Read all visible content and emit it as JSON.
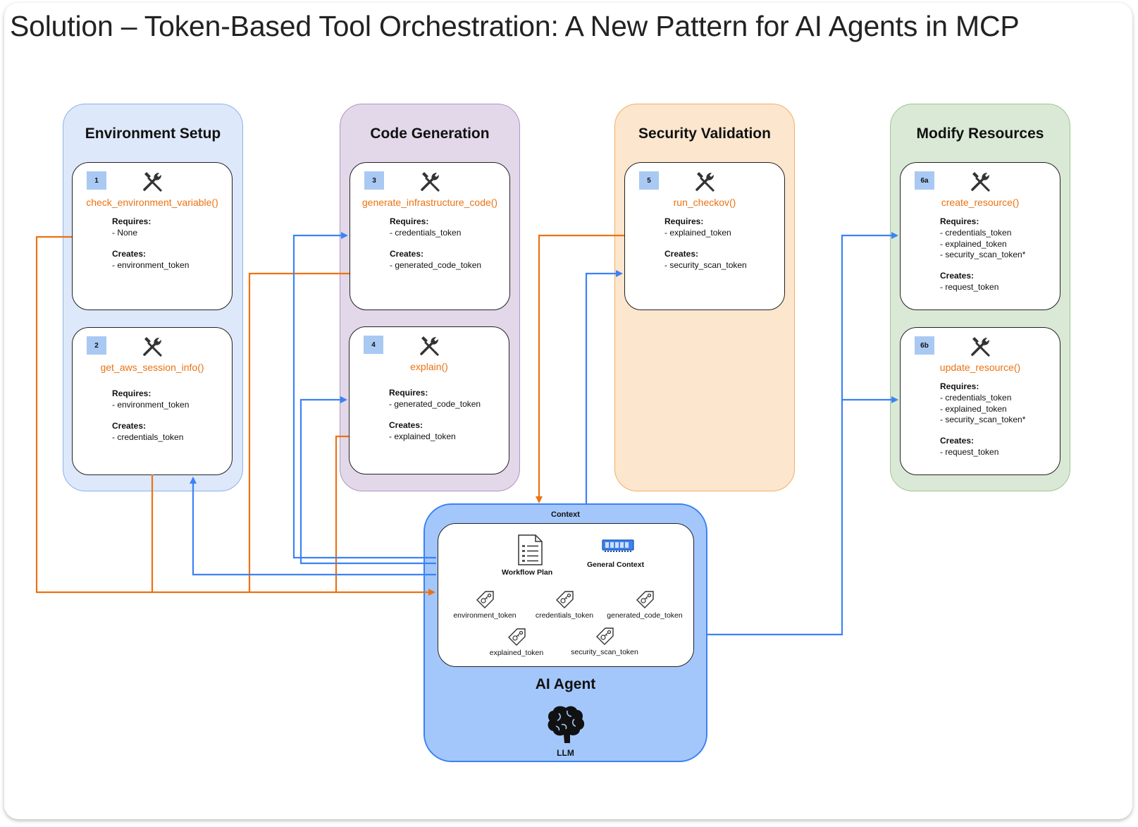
{
  "title": "Solution – Token-Based Tool Orchestration: A New Pattern for AI Agents in MCP",
  "colors": {
    "orange": "#ec7211",
    "blue": "#3b82f6"
  },
  "labels": {
    "requires": "Requires:",
    "creates": "Creates:"
  },
  "lanes": [
    {
      "title": "Environment Setup",
      "bg": "#dde8fb",
      "border": "#8fb1ea"
    },
    {
      "title": "Code Generation",
      "bg": "#e2d8e9",
      "border": "#b096c2"
    },
    {
      "title": "Security Validation",
      "bg": "#fce6ce",
      "border": "#f3b062"
    },
    {
      "title": "Modify Resources",
      "bg": "#dae9d6",
      "border": "#9cc590"
    }
  ],
  "tools": [
    {
      "num": "1",
      "name": "check_environment_variable()",
      "requires": [
        "- None"
      ],
      "creates": [
        "- environment_token"
      ]
    },
    {
      "num": "2",
      "name": "get_aws_session_info()",
      "requires": [
        "- environment_token"
      ],
      "creates": [
        "- credentials_token"
      ]
    },
    {
      "num": "3",
      "name": "generate_infrastructure_code()",
      "requires": [
        "- credentials_token"
      ],
      "creates": [
        "- generated_code_token"
      ]
    },
    {
      "num": "4",
      "name": "explain()",
      "requires": [
        "- generated_code_token"
      ],
      "creates": [
        "- explained_token"
      ]
    },
    {
      "num": "5",
      "name": "run_checkov()",
      "requires": [
        "- explained_token"
      ],
      "creates": [
        "- security_scan_token"
      ]
    },
    {
      "num": "6a",
      "name": "create_resource()",
      "requires": [
        "- credentials_token",
        "- explained_token",
        "- security_scan_token*"
      ],
      "creates": [
        "- request_token"
      ]
    },
    {
      "num": "6b",
      "name": "update_resource()",
      "requires": [
        "- credentials_token",
        "- explained_token",
        "- security_scan_token*"
      ],
      "creates": [
        "- request_token"
      ]
    }
  ],
  "agent": {
    "context_label": "Context",
    "workflow_plan": "Workflow Plan",
    "general_context": "General Context",
    "tokens": [
      "environment_token",
      "credentials_token",
      "generated_code_token",
      "explained_token",
      "security_scan_token"
    ],
    "title": "AI Agent",
    "llm": "LLM"
  }
}
